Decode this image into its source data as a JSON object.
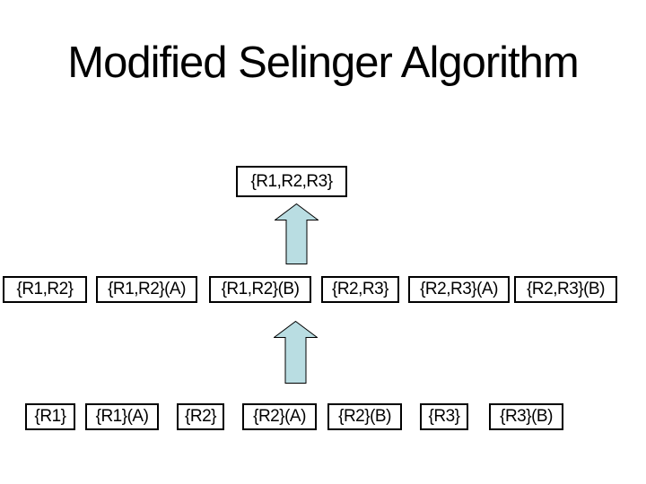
{
  "slide": {
    "title": "Modified Selinger Algorithm"
  },
  "colors": {
    "background": "#ffffff",
    "box_border": "#000000",
    "text": "#000000",
    "arrow_fill": "#b9dde2",
    "arrow_stroke": "#000000"
  },
  "diagram": {
    "top_box": "{R1,R2,R3}",
    "middle_row": [
      "{R1,R2}",
      "{R1,R2}(A)",
      "{R1,R2}(B)",
      "{R2,R3}",
      "{R2,R3}(A)",
      "{R2,R3}(B)"
    ],
    "bottom_row": [
      "{R1}",
      "{R1}(A)",
      "{R2}",
      "{R2}(A)",
      "{R2}(B)",
      "{R3}",
      "{R3}(B)"
    ],
    "arrows": [
      {
        "name": "up-arrow-to-top-box",
        "direction": "up"
      },
      {
        "name": "up-arrow-to-middle-row",
        "direction": "up"
      }
    ]
  }
}
